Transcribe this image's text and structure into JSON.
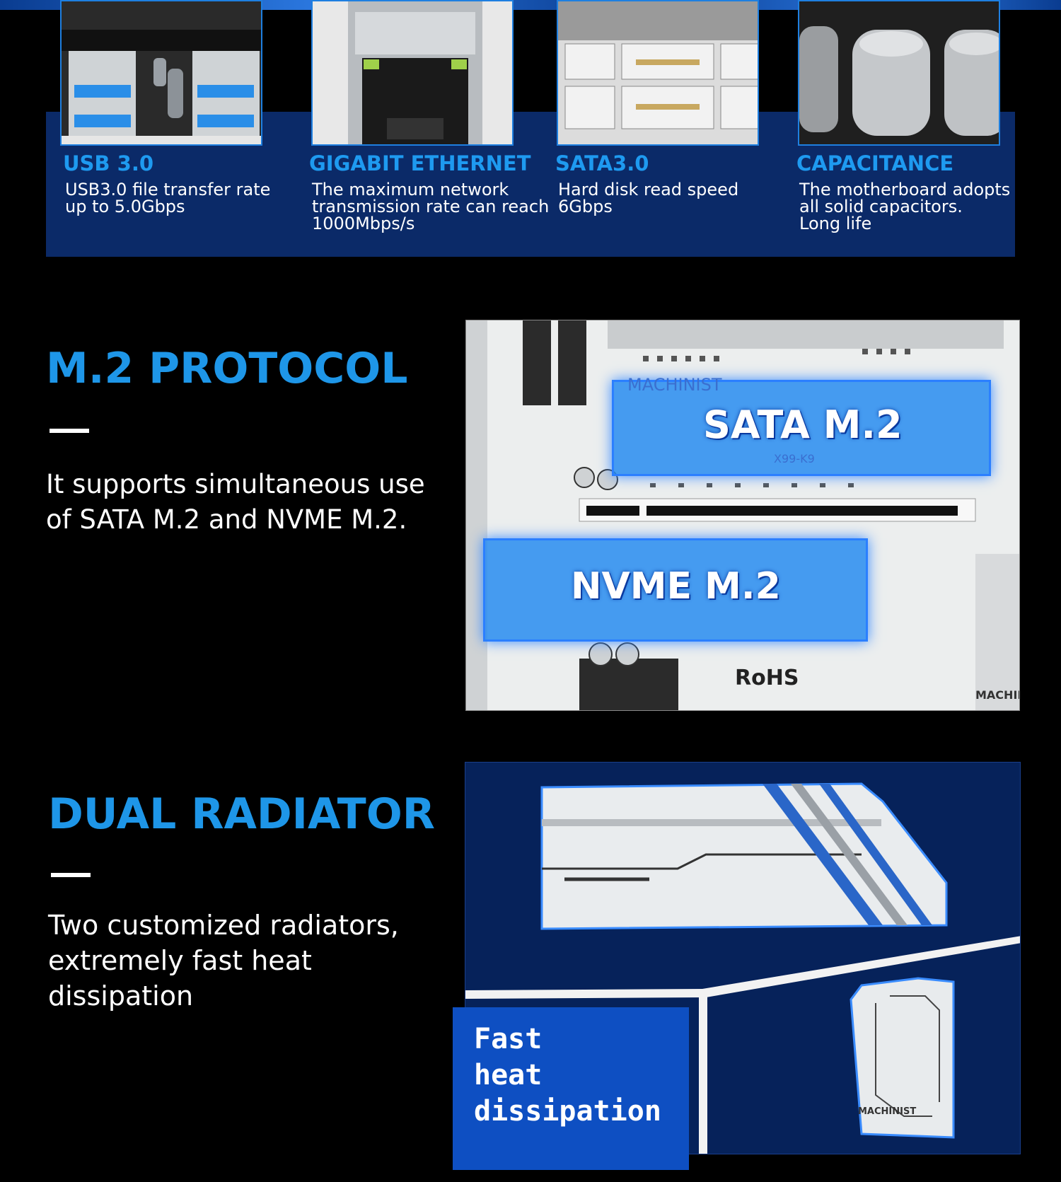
{
  "features": [
    {
      "title": "USB 3.0",
      "desc": "USB3.0 file transfer rate\nup to 5.0Gbps",
      "icon": "usb-port-photo"
    },
    {
      "title": "GIGABIT ETHERNET",
      "desc": "The maximum network\ntransmission rate can reach\n1000Mbps/s",
      "icon": "ethernet-port-photo"
    },
    {
      "title": "SATA3.0",
      "desc": "Hard disk read speed\n6Gbps",
      "icon": "sata-port-photo"
    },
    {
      "title": "CAPACITANCE",
      "desc": "The motherboard adopts\nall solid capacitors.\nLong life",
      "icon": "capacitor-photo"
    }
  ],
  "m2": {
    "heading": "M.2 PROTOCOL",
    "body": "It supports simultaneous use of SATA M.2 and NVME M.2.",
    "photo": {
      "brand": "MACHINIST",
      "model": "X99-K9",
      "sata_label": "SATA M.2",
      "nvme_label": "NVME M.2",
      "rohs": "RoHS",
      "brand_corner": "MACHIN"
    }
  },
  "radiator": {
    "heading": "DUAL RADIATOR",
    "body": "Two customized radiators, extremely fast heat dissipation",
    "badge": "Fast\nheat\ndissipation",
    "brand": "MACHINIST"
  },
  "colors": {
    "accent": "#1e96e8",
    "panel": "#0b2a68",
    "badge": "#0e4fc2"
  }
}
